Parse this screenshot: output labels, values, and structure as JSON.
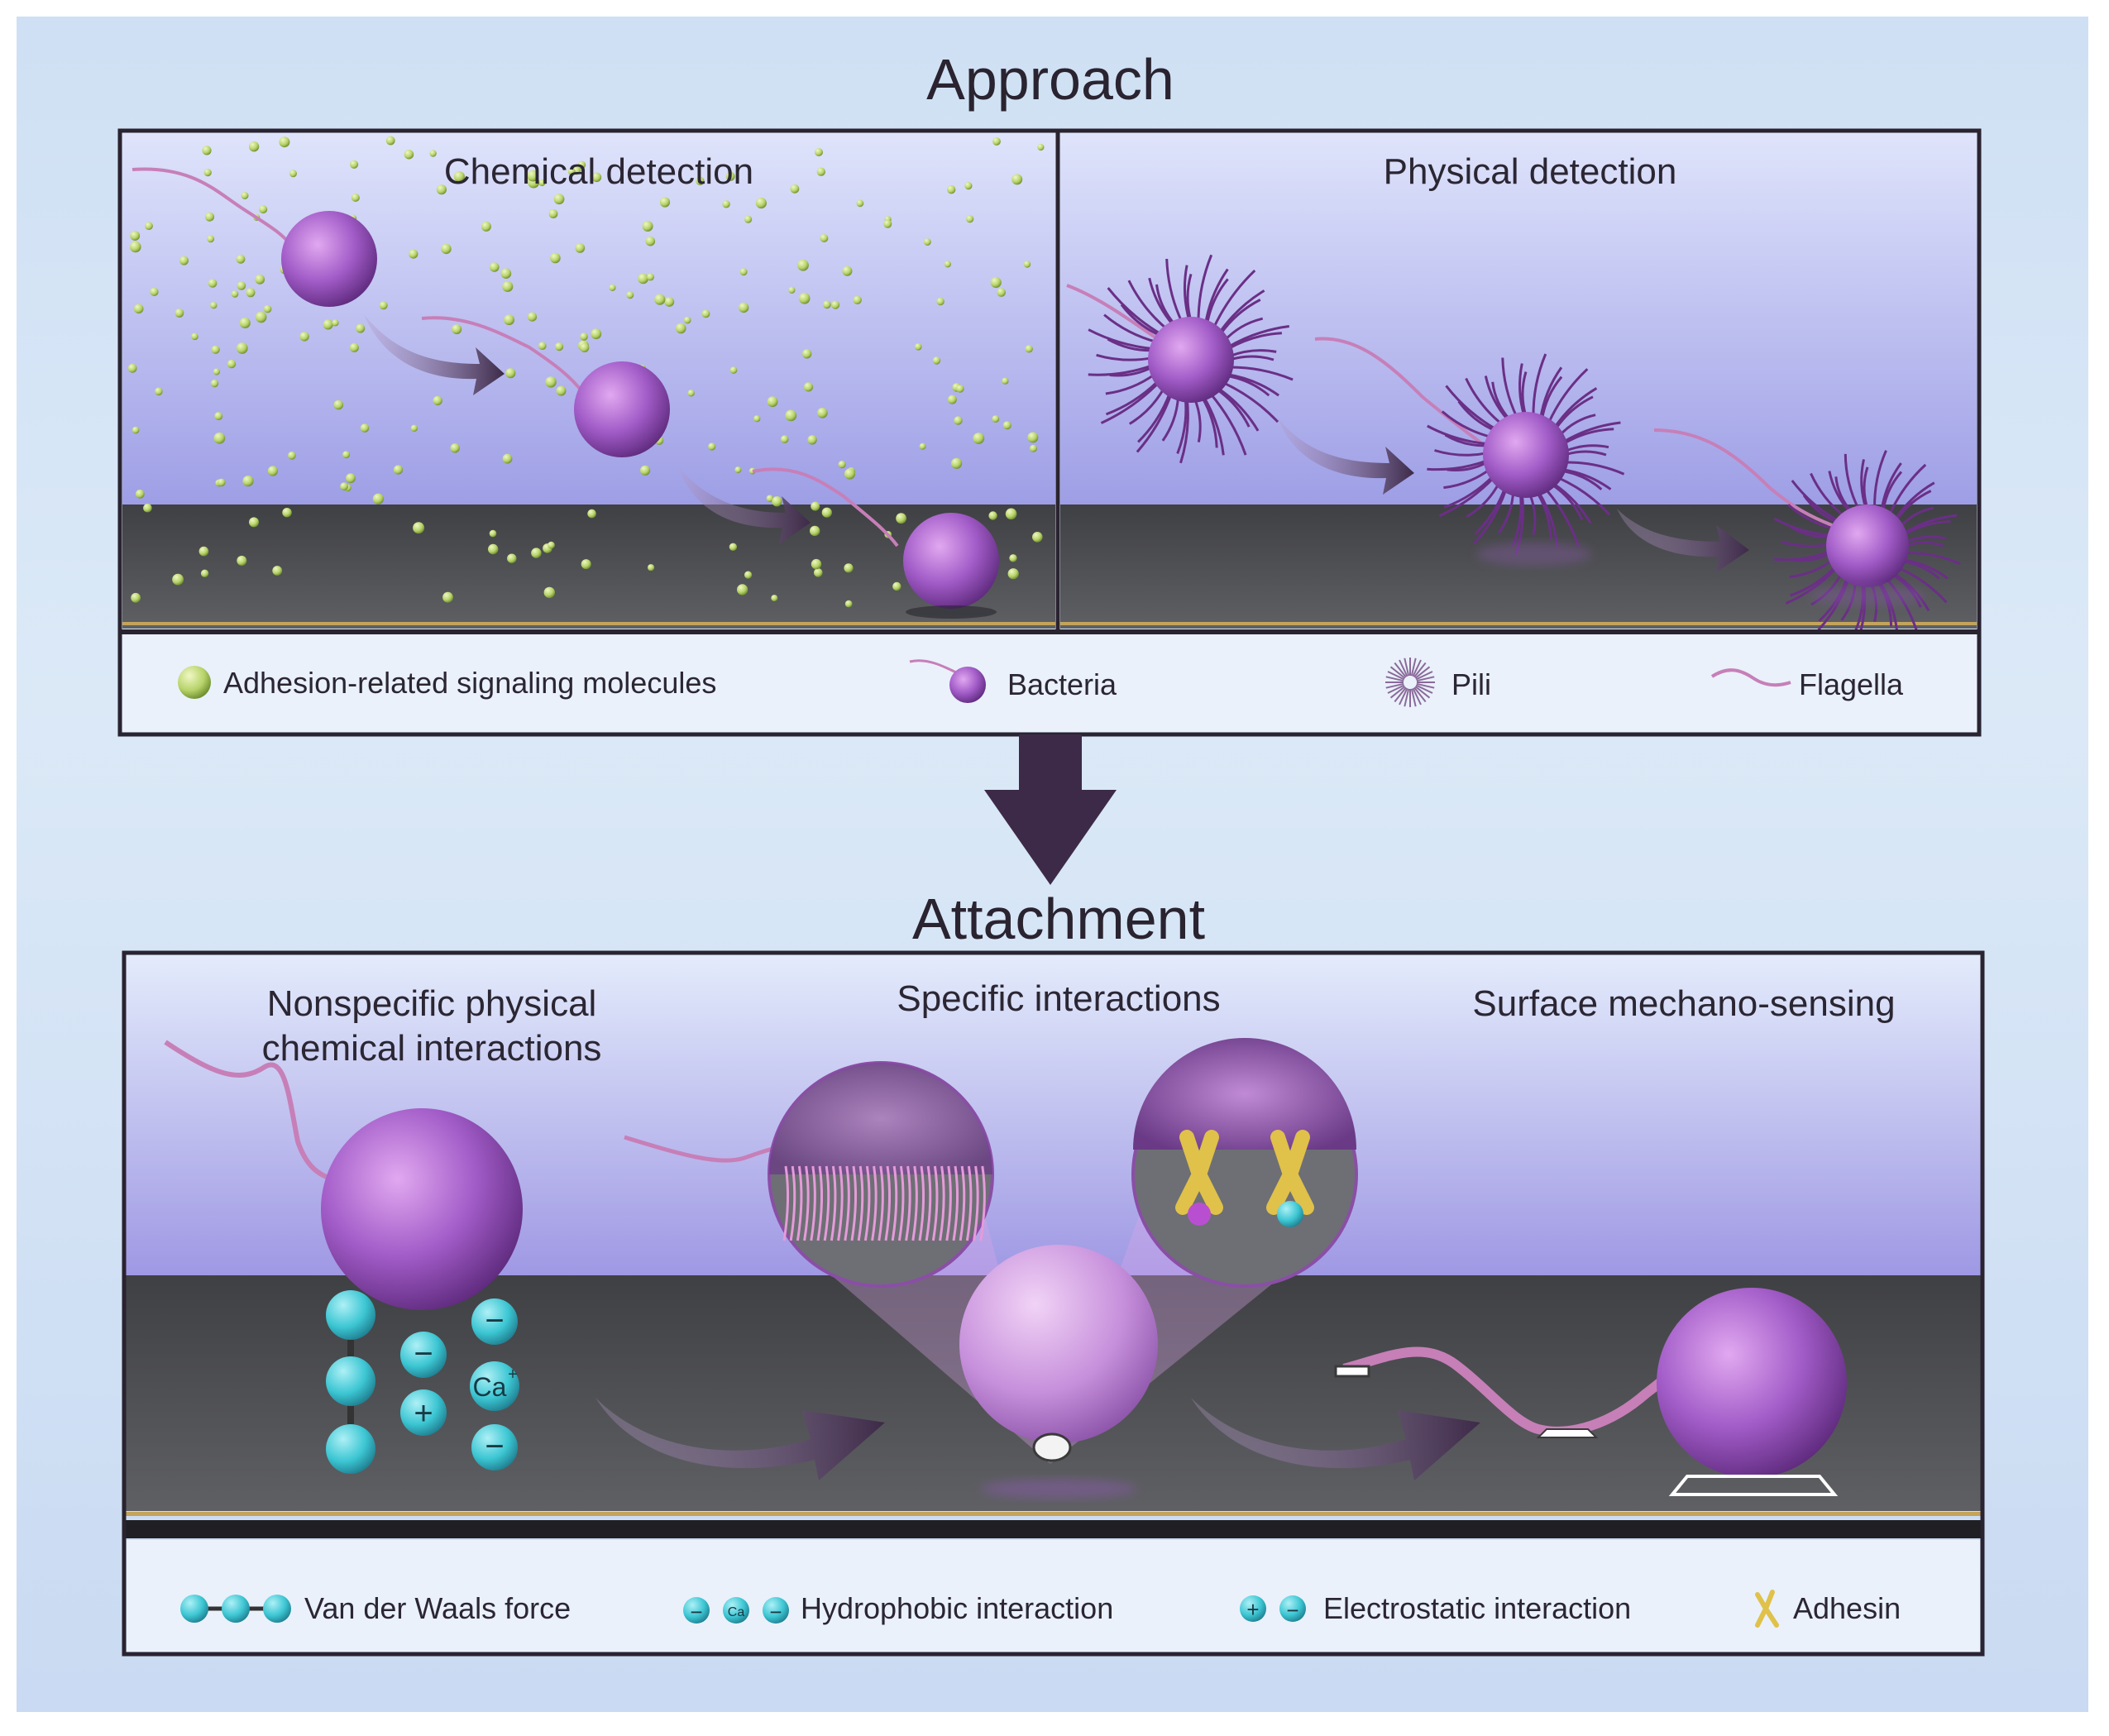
{
  "titles": {
    "approach": "Approach",
    "attachment": "Attachment"
  },
  "approach_panel": {
    "chemical_label": "Chemical detection",
    "physical_label": "Physical detection",
    "legend": {
      "signaling": "Adhesion-related signaling molecules",
      "bacteria": "Bacteria",
      "pili": "Pili",
      "flagella": "Flagella"
    }
  },
  "attachment_panel": {
    "nonspecific_label_line1": "Nonspecific physical",
    "nonspecific_label_line2": "chemical interactions",
    "specific_label": "Specific interactions",
    "mechano_label": "Surface mechano-sensing",
    "ion_label": "Ca",
    "ion_charge": "+",
    "legend": {
      "vdw": "Van der Waals force",
      "hydrophobic": "Hydrophobic interaction",
      "electrostatic": "Electrostatic interaction",
      "adhesin": "Adhesin",
      "ion_small": "Ca"
    }
  },
  "colors": {
    "bacteria": "#9b4fc0",
    "flagella": "#c77fb8",
    "signaling": "#b7d36a",
    "water": "#b9bdf0",
    "surface": "#4a4b4f",
    "ion_sphere": "#3cc6d3",
    "arrow": "#3d2a48",
    "adhesin": "#e0c14a"
  }
}
